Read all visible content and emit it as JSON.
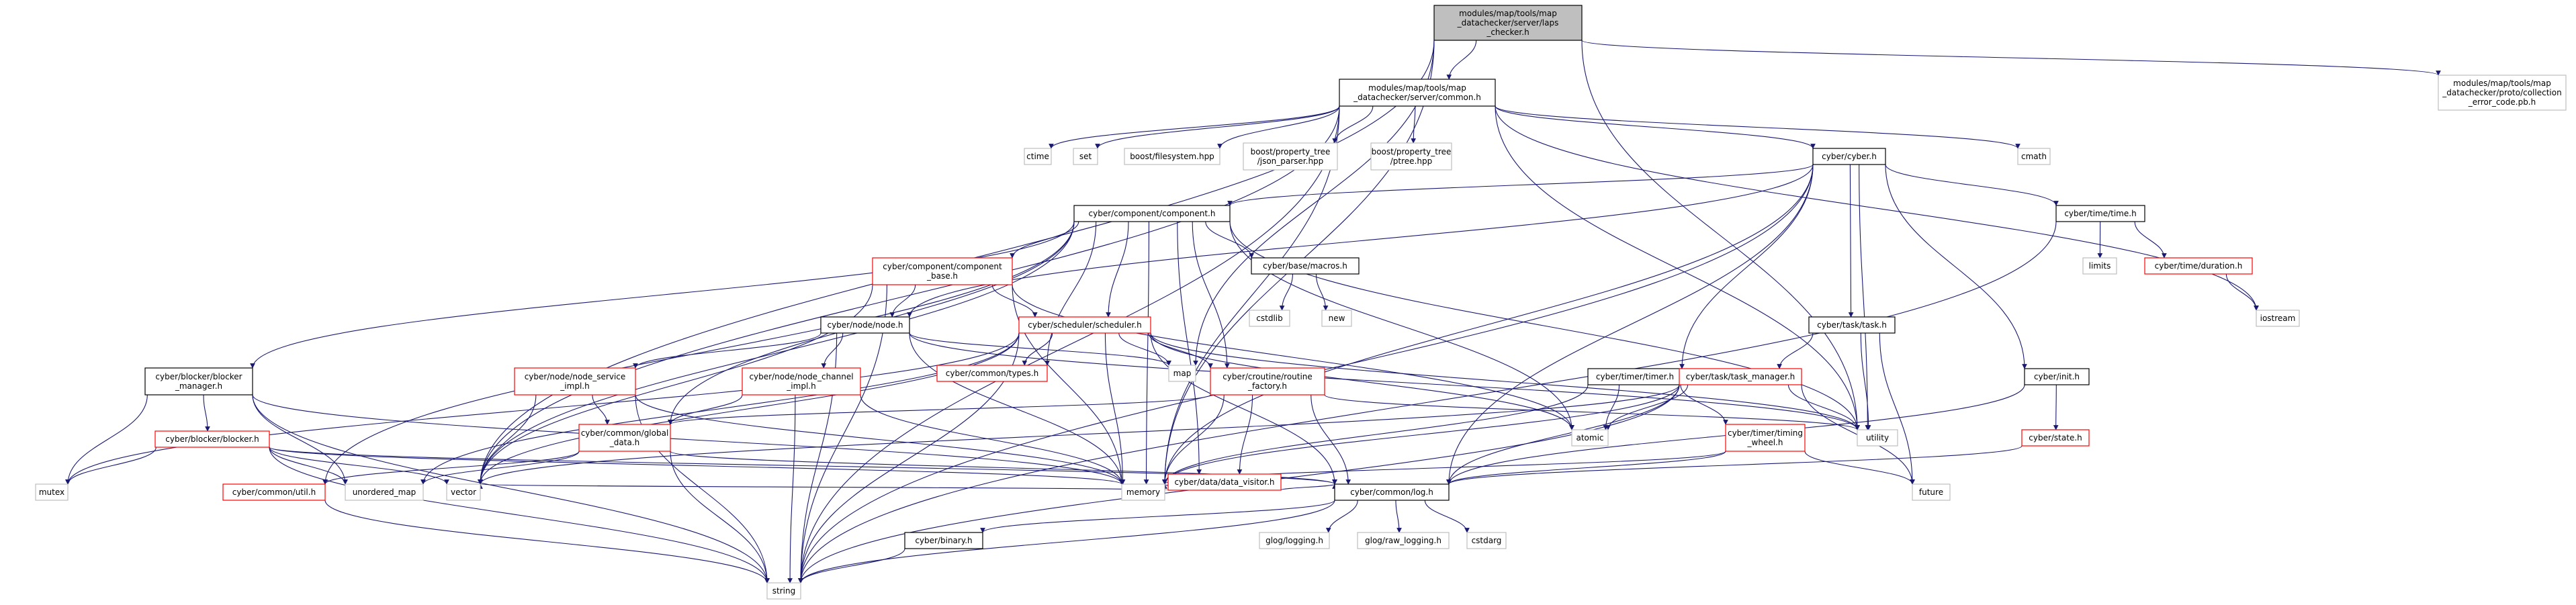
{
  "graph": {
    "nodes": [
      {
        "id": "root",
        "label": "modules/map/tools/map\n_datachecker/server/laps\n_checker.h",
        "style": "root"
      },
      {
        "id": "common",
        "label": "modules/map/tools/map\n_datachecker/server/common.h",
        "style": "black"
      },
      {
        "id": "collection",
        "label": "modules/map/tools/map\n_datachecker/proto/collection\n_error_code.pb.h",
        "style": "sys"
      },
      {
        "id": "ctime",
        "label": "ctime",
        "style": "sys"
      },
      {
        "id": "set",
        "label": "set",
        "style": "sys"
      },
      {
        "id": "boostfs",
        "label": "boost/filesystem.hpp",
        "style": "sys"
      },
      {
        "id": "jsonparser",
        "label": "boost/property_tree\n/json_parser.hpp",
        "style": "sys"
      },
      {
        "id": "ptree",
        "label": "boost/property_tree\n/ptree.hpp",
        "style": "sys"
      },
      {
        "id": "cmath",
        "label": "cmath",
        "style": "sys"
      },
      {
        "id": "cyber",
        "label": "cyber/cyber.h",
        "style": "black"
      },
      {
        "id": "component",
        "label": "cyber/component/component.h",
        "style": "black"
      },
      {
        "id": "time",
        "label": "cyber/time/time.h",
        "style": "black"
      },
      {
        "id": "limits",
        "label": "limits",
        "style": "sys"
      },
      {
        "id": "duration",
        "label": "cyber/time/duration.h",
        "style": "red"
      },
      {
        "id": "iostream",
        "label": "iostream",
        "style": "sys"
      },
      {
        "id": "compbase",
        "label": "cyber/component/component\n_base.h",
        "style": "red"
      },
      {
        "id": "macros",
        "label": "cyber/base/macros.h",
        "style": "black"
      },
      {
        "id": "cstdlib",
        "label": "cstdlib",
        "style": "sys"
      },
      {
        "id": "new",
        "label": "new",
        "style": "sys"
      },
      {
        "id": "node",
        "label": "cyber/node/node.h",
        "style": "black"
      },
      {
        "id": "scheduler",
        "label": "cyber/scheduler/scheduler.h",
        "style": "red"
      },
      {
        "id": "task",
        "label": "cyber/task/task.h",
        "style": "black"
      },
      {
        "id": "blockermgr",
        "label": "cyber/blocker/blocker\n_manager.h",
        "style": "black"
      },
      {
        "id": "blocker",
        "label": "cyber/blocker/blocker.h",
        "style": "red"
      },
      {
        "id": "mutex",
        "label": "mutex",
        "style": "sys"
      },
      {
        "id": "nodeservice",
        "label": "cyber/node/node_service\n_impl.h",
        "style": "red"
      },
      {
        "id": "nodechannel",
        "label": "cyber/node/node_channel\n_impl.h",
        "style": "red"
      },
      {
        "id": "types",
        "label": "cyber/common/types.h",
        "style": "red"
      },
      {
        "id": "map",
        "label": "map",
        "style": "sys"
      },
      {
        "id": "routine",
        "label": "cyber/croutine/routine\n_factory.h",
        "style": "red"
      },
      {
        "id": "timer",
        "label": "cyber/timer/timer.h",
        "style": "black"
      },
      {
        "id": "taskmgr",
        "label": "cyber/task/task_manager.h",
        "style": "red"
      },
      {
        "id": "init",
        "label": "cyber/init.h",
        "style": "black"
      },
      {
        "id": "global",
        "label": "cyber/common/global\n_data.h",
        "style": "red"
      },
      {
        "id": "datavisitor",
        "label": "cyber/data/data_visitor.h",
        "style": "red"
      },
      {
        "id": "atomic",
        "label": "atomic",
        "style": "sys"
      },
      {
        "id": "timingwheel",
        "label": "cyber/timer/timing\n_wheel.h",
        "style": "red"
      },
      {
        "id": "utility",
        "label": "utility",
        "style": "sys"
      },
      {
        "id": "state",
        "label": "cyber/state.h",
        "style": "red"
      },
      {
        "id": "util",
        "label": "cyber/common/util.h",
        "style": "red"
      },
      {
        "id": "unordered",
        "label": "unordered_map",
        "style": "sys"
      },
      {
        "id": "vector",
        "label": "vector",
        "style": "sys"
      },
      {
        "id": "memory",
        "label": "memory",
        "style": "sys"
      },
      {
        "id": "log",
        "label": "cyber/common/log.h",
        "style": "black"
      },
      {
        "id": "future",
        "label": "future",
        "style": "sys"
      },
      {
        "id": "binary",
        "label": "cyber/binary.h",
        "style": "black"
      },
      {
        "id": "glog",
        "label": "glog/logging.h",
        "style": "sys"
      },
      {
        "id": "rawlog",
        "label": "glog/raw_logging.h",
        "style": "sys"
      },
      {
        "id": "cstdarg",
        "label": "cstdarg",
        "style": "sys"
      },
      {
        "id": "string",
        "label": "string",
        "style": "sys"
      }
    ],
    "edges": [
      [
        "root",
        "common"
      ],
      [
        "root",
        "collection"
      ],
      [
        "root",
        "vector"
      ],
      [
        "root",
        "memory"
      ],
      [
        "root",
        "map"
      ],
      [
        "root",
        "utility"
      ],
      [
        "common",
        "ctime"
      ],
      [
        "common",
        "set"
      ],
      [
        "common",
        "boostfs"
      ],
      [
        "common",
        "jsonparser"
      ],
      [
        "common",
        "ptree"
      ],
      [
        "common",
        "cmath"
      ],
      [
        "common",
        "cyber"
      ],
      [
        "common",
        "iostream"
      ],
      [
        "common",
        "utility"
      ],
      [
        "common",
        "string"
      ],
      [
        "common",
        "vector"
      ],
      [
        "common",
        "memory"
      ],
      [
        "cyber",
        "component"
      ],
      [
        "cyber",
        "time"
      ],
      [
        "cyber",
        "task"
      ],
      [
        "cyber",
        "timer"
      ],
      [
        "cyber",
        "init"
      ],
      [
        "cyber",
        "node"
      ],
      [
        "cyber",
        "memory"
      ],
      [
        "cyber",
        "log"
      ],
      [
        "cyber",
        "string"
      ],
      [
        "cyber",
        "utility"
      ],
      [
        "time",
        "limits"
      ],
      [
        "time",
        "duration"
      ],
      [
        "time",
        "string"
      ],
      [
        "duration",
        "iostream"
      ],
      [
        "component",
        "compbase"
      ],
      [
        "component",
        "macros"
      ],
      [
        "component",
        "scheduler"
      ],
      [
        "component",
        "types"
      ],
      [
        "component",
        "blockermgr"
      ],
      [
        "component",
        "global"
      ],
      [
        "component",
        "routine"
      ],
      [
        "component",
        "datavisitor"
      ],
      [
        "component",
        "util"
      ],
      [
        "component",
        "memory"
      ],
      [
        "component",
        "vector"
      ],
      [
        "component",
        "utility"
      ],
      [
        "component",
        "atomic"
      ],
      [
        "macros",
        "cstdlib"
      ],
      [
        "macros",
        "new"
      ],
      [
        "compbase",
        "node"
      ],
      [
        "compbase",
        "scheduler"
      ],
      [
        "compbase",
        "atomic"
      ],
      [
        "compbase",
        "memory"
      ],
      [
        "compbase",
        "vector"
      ],
      [
        "compbase",
        "string"
      ],
      [
        "node",
        "nodeservice"
      ],
      [
        "node",
        "nodechannel"
      ],
      [
        "node",
        "map"
      ],
      [
        "node",
        "memory"
      ],
      [
        "node",
        "string"
      ],
      [
        "node",
        "utility"
      ],
      [
        "scheduler",
        "types"
      ],
      [
        "scheduler",
        "map"
      ],
      [
        "scheduler",
        "routine"
      ],
      [
        "scheduler",
        "memory"
      ],
      [
        "scheduler",
        "log"
      ],
      [
        "scheduler",
        "mutex"
      ],
      [
        "scheduler",
        "unordered"
      ],
      [
        "scheduler",
        "vector"
      ],
      [
        "scheduler",
        "string"
      ],
      [
        "scheduler",
        "atomic"
      ],
      [
        "scheduler",
        "utility"
      ],
      [
        "blockermgr",
        "blocker"
      ],
      [
        "blockermgr",
        "mutex"
      ],
      [
        "blockermgr",
        "unordered"
      ],
      [
        "blockermgr",
        "memory"
      ],
      [
        "blockermgr",
        "string"
      ],
      [
        "blocker",
        "mutex"
      ],
      [
        "blocker",
        "unordered"
      ],
      [
        "blocker",
        "vector"
      ],
      [
        "blocker",
        "memory"
      ],
      [
        "blocker",
        "string"
      ],
      [
        "blocker",
        "log"
      ],
      [
        "nodeservice",
        "global"
      ],
      [
        "nodeservice",
        "vector"
      ],
      [
        "nodeservice",
        "memory"
      ],
      [
        "nodeservice",
        "string"
      ],
      [
        "nodechannel",
        "global"
      ],
      [
        "nodechannel",
        "memory"
      ],
      [
        "nodechannel",
        "string"
      ],
      [
        "routine",
        "global"
      ],
      [
        "routine",
        "datavisitor"
      ],
      [
        "routine",
        "log"
      ],
      [
        "routine",
        "memory"
      ],
      [
        "routine",
        "utility"
      ],
      [
        "task",
        "taskmgr"
      ],
      [
        "task",
        "future"
      ],
      [
        "task",
        "utility"
      ],
      [
        "timer",
        "timingwheel"
      ],
      [
        "timer",
        "atomic"
      ],
      [
        "timer",
        "memory"
      ],
      [
        "taskmgr",
        "atomic"
      ],
      [
        "taskmgr",
        "future"
      ],
      [
        "taskmgr",
        "string"
      ],
      [
        "taskmgr",
        "vector"
      ],
      [
        "taskmgr",
        "memory"
      ],
      [
        "taskmgr",
        "utility"
      ],
      [
        "taskmgr",
        "log"
      ],
      [
        "init",
        "state"
      ],
      [
        "init",
        "log"
      ],
      [
        "state",
        "log"
      ],
      [
        "timingwheel",
        "future"
      ],
      [
        "timingwheel",
        "log"
      ],
      [
        "timingwheel",
        "memory"
      ],
      [
        "global",
        "unordered"
      ],
      [
        "global",
        "string"
      ],
      [
        "global",
        "log"
      ],
      [
        "global",
        "util"
      ],
      [
        "datavisitor",
        "log"
      ],
      [
        "datavisitor",
        "vector"
      ],
      [
        "datavisitor",
        "memory"
      ],
      [
        "util",
        "string"
      ],
      [
        "log",
        "binary"
      ],
      [
        "log",
        "glog"
      ],
      [
        "log",
        "rawlog"
      ],
      [
        "log",
        "cstdarg"
      ],
      [
        "log",
        "string"
      ],
      [
        "binary",
        "string"
      ]
    ]
  }
}
